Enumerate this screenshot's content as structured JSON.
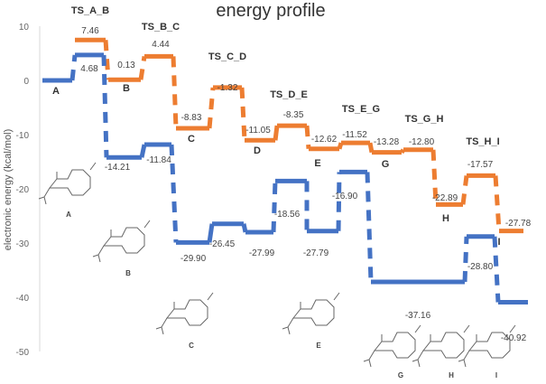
{
  "chart_data": {
    "type": "line",
    "title": "energy profile",
    "ylabel": "electronic energy (kcal/mol)",
    "xlabel": "",
    "ylim": [
      -50,
      10
    ],
    "yticks": [
      10,
      0,
      -10,
      -20,
      -30,
      -40,
      -50
    ],
    "grid": false,
    "colors": {
      "orange": "#ED7D31",
      "blue": "#4472C4",
      "axis": "#d9d9d9"
    },
    "series": [
      {
        "name": "orange",
        "values": [
          7.46,
          0.13,
          4.44,
          -8.83,
          -1.32,
          -11.05,
          -8.35,
          -12.62,
          -11.52,
          -13.28,
          -12.8,
          -22.89,
          -17.57,
          -27.78
        ],
        "labels": [
          "7.46",
          "0.13",
          "4.44",
          "-8.83",
          "-1.32",
          "-11.05",
          "-8.35",
          "-12.62",
          "-11.52",
          "-13.28",
          "-12.80",
          "-22.89",
          "-17.57",
          "-27.78"
        ]
      },
      {
        "name": "blue",
        "values": [
          0,
          4.68,
          -14.21,
          -11.84,
          -29.9,
          -26.45,
          -27.99,
          -18.56,
          -27.79,
          -16.9,
          -37.16,
          -28.8,
          -40.92
        ],
        "labels": [
          "",
          "4.68",
          "-14.21",
          "-11.84",
          "-29.90",
          "-26.45",
          "-27.99",
          "-18.56",
          "-27.79",
          "-16.90",
          "-37.16",
          "-28.80",
          "-40.92"
        ]
      }
    ],
    "ts_labels": [
      "TS_A_B",
      "TS_B_C",
      "TS_C_D",
      "TS_D_E",
      "TS_E_G",
      "TS_G_H",
      "TS_H_I"
    ],
    "state_labels": [
      "A",
      "B",
      "C",
      "D",
      "E",
      "G",
      "H",
      "I"
    ],
    "structure_labels": [
      "A",
      "B",
      "C",
      "E",
      "G",
      "H",
      "I"
    ]
  }
}
